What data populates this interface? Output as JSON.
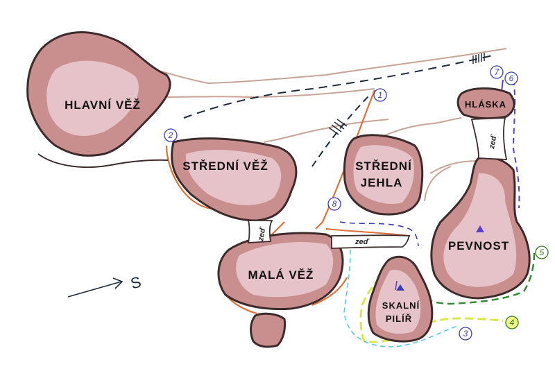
{
  "towers": {
    "hlavni_vez": "HLAVNÍ VĚŽ",
    "stredni_vez": "STŘEDNÍ VĚŽ",
    "stredni_jehla_1": "STŘEDNÍ",
    "stredni_jehla_2": "JEHLA",
    "hlaska": "HLÁSKA",
    "pevnost": "PEVNOST",
    "mala_vez": "MALÁ VĚŽ",
    "skalni_pilir_1": "SKALNÍ",
    "skalni_pilir_2": "PILÍŘ"
  },
  "walls": {
    "zed_1": "zeď",
    "zed_2": "zeď",
    "zed_3": "zeď"
  },
  "north_arrow": {
    "label": "S"
  },
  "routes": [
    {
      "number": "1",
      "color": "#3a3fb0"
    },
    {
      "number": "2",
      "color": "#3a3fb0"
    },
    {
      "number": "3",
      "color": "#3a3fb0"
    },
    {
      "number": "4",
      "color": "#3a7a1a"
    },
    {
      "number": "5",
      "color": "#3a7a1a"
    },
    {
      "number": "6",
      "color": "#3a3fb0"
    },
    {
      "number": "7",
      "color": "#3a3fb0"
    },
    {
      "number": "8",
      "color": "#3a3fb0"
    }
  ],
  "colors": {
    "rock_fill": "#c98f8f",
    "rock_highlight": "#e6c3c8",
    "cliff_edge": "#c9a397",
    "orange_route": "#e0703a",
    "black_route": "#1b2a3a",
    "purple_route": "#5a3fc8",
    "green_route": "#2f8a2f",
    "yellow_route": "#d8e84a",
    "cyan_route": "#5bc8d8"
  }
}
